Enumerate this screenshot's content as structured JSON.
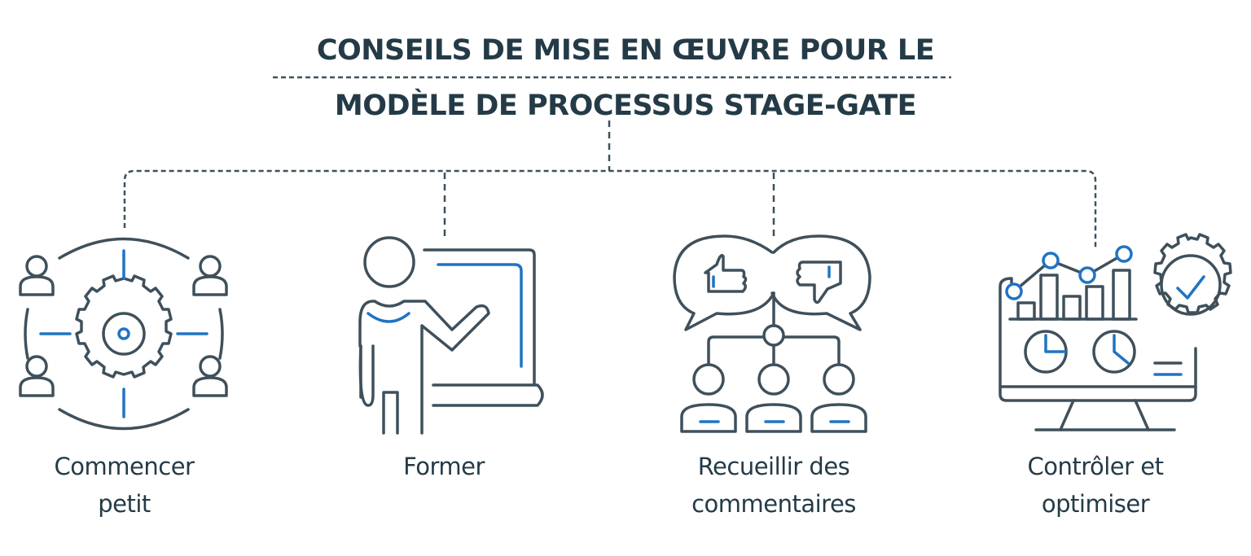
{
  "title": {
    "line1": "CONSEILS DE MISE EN ŒUVRE POUR LE",
    "line2": "MODÈLE DE PROCESSUS STAGE-GATE"
  },
  "colors": {
    "dark": "#3f505b",
    "accent": "#1f74c4",
    "text": "#243b47"
  },
  "items": [
    {
      "icon": "gear-people-icon",
      "label_line1": "Commencer",
      "label_line2": "petit"
    },
    {
      "icon": "presenter-board-icon",
      "label_line1": "Former",
      "label_line2": ""
    },
    {
      "icon": "feedback-thumbs-icon",
      "label_line1": "Recueillir des",
      "label_line2": "commentaires"
    },
    {
      "icon": "monitor-gear-check-icon",
      "label_line1": "Contrôler et",
      "label_line2": "optimiser"
    }
  ]
}
